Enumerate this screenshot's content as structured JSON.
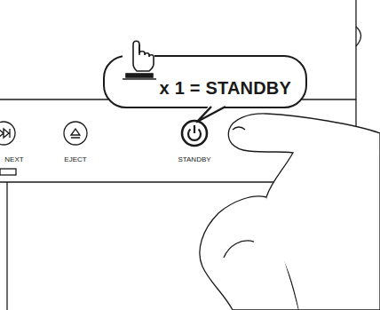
{
  "diagram": {
    "nodes": [
      {
        "text": [
          "x 1 = STANDBY"
        ]
      }
    ],
    "labels": [
      "NEXT",
      "EJECT",
      "STANDBY"
    ]
  }
}
